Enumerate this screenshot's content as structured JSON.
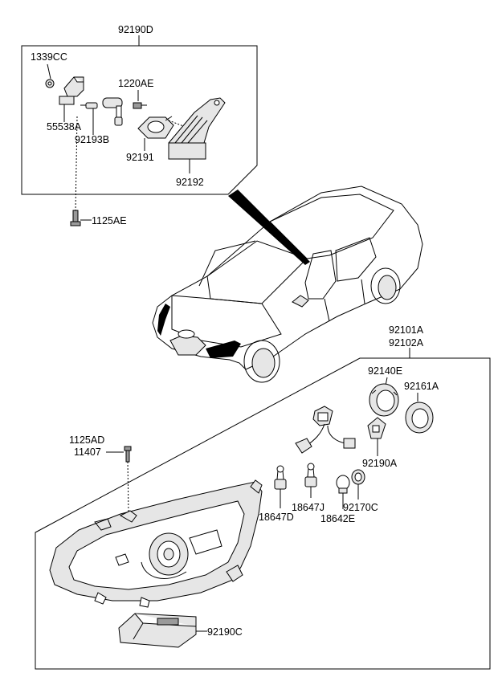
{
  "labels": {
    "assy_upper": "92190D",
    "p1339CC": "1339CC",
    "p1220AE": "1220AE",
    "p55538A": "55538A",
    "p92193B": "92193B",
    "p92191": "92191",
    "p92192": "92192",
    "p1125AE": "1125AE",
    "p92101A": "92101A",
    "p92102A": "92102A",
    "p92140E": "92140E",
    "p92161A": "92161A",
    "p1125AD": "1125AD",
    "p11407": "11407",
    "p92190A": "92190A",
    "p18647J": "18647J",
    "p92170C": "92170C",
    "p18647D": "18647D",
    "p18642E": "18642E",
    "p92190C": "92190C"
  }
}
